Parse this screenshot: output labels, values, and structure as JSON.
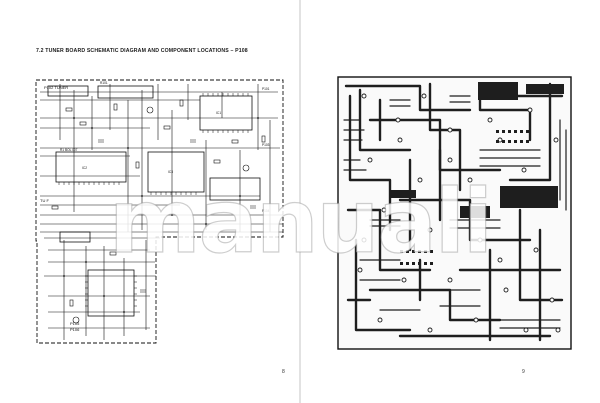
{
  "document": {
    "section_title": "7.2 TUNER BOARD SCHEMATIC DIAGRAM AND COMPONENT LOCATIONS – P108",
    "page_left_number": "8",
    "page_right_number": "9"
  },
  "schematic": {
    "labels": {
      "tuner": "P102 TUNER",
      "label_a": "R1 BOL 007",
      "label_b": "TU F",
      "label_c": "R101",
      "label_d": "P101",
      "label_e": "P103",
      "label_f": "P104",
      "label_g": "IC1",
      "label_h": "IC2",
      "label_i": "IC3",
      "lower_block": "P105",
      "lower_block_sub": "P106"
    }
  },
  "watermark": {
    "text": "manuali"
  },
  "colors": {
    "ink": "#111111",
    "paper": "#ffffff",
    "board": "#1e1e1e"
  }
}
